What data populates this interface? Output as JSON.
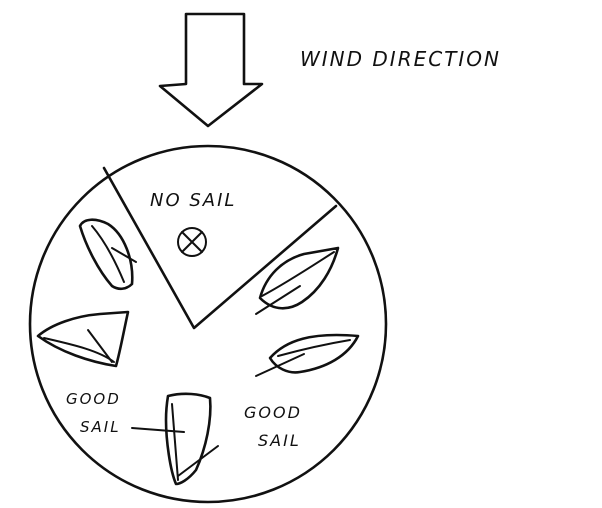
{
  "labels": {
    "wind_direction": "WIND DIRECTION",
    "no_sail": "NO SAIL",
    "good_sail_left_line1": "GOOD",
    "good_sail_left_line2": "SAIL",
    "good_sail_right_line1": "GOOD",
    "good_sail_right_line2": "SAIL"
  },
  "icons": {
    "wind_arrow": "down-arrow-icon",
    "no_sail_marker": "circled-x-icon"
  },
  "colors": {
    "ink": "#111111",
    "paper": "#ffffff"
  }
}
